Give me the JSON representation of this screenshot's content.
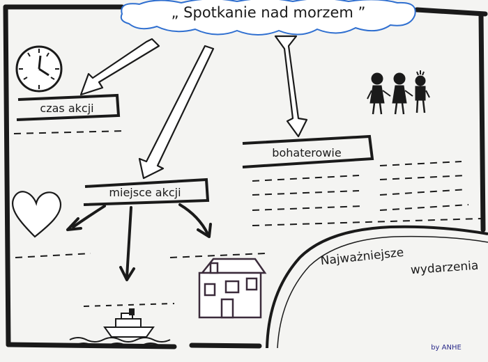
{
  "title": "„ Spotkanie nad morzem ”",
  "nodes": {
    "time": "czas akcji",
    "place": "miejsce akcji",
    "characters": "bohaterowie",
    "events_line1": "Najważniejsze",
    "events_line2": "wydarzenia"
  },
  "signature": "by ANHE",
  "icons": [
    "clock-icon",
    "children-icon",
    "heart-icon",
    "house-icon",
    "ship-icon"
  ],
  "colors": {
    "ink": "#1a1a1a",
    "cloud": "#2f6fd0",
    "signature": "#2a2a8a",
    "paper": "#f4f4f2"
  }
}
